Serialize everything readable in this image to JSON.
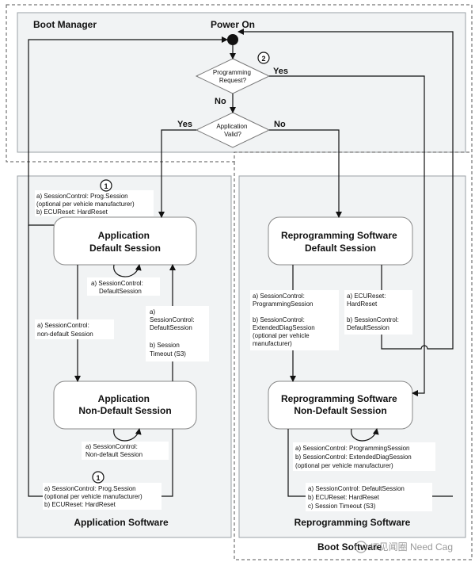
{
  "regions": {
    "boot_manager": "Boot Manager",
    "application_software": "Application Software",
    "reprogramming_software": "Reprogramming Software",
    "boot_software": "Boot Software"
  },
  "start": {
    "label": "Power On"
  },
  "decisions": {
    "programming_request": [
      "Programming",
      "Request?"
    ],
    "application_valid": [
      "Application",
      "Valid?"
    ]
  },
  "branches": {
    "yes": "Yes",
    "no": "No"
  },
  "markers": {
    "one": "1",
    "two": "2"
  },
  "states": {
    "app_default": [
      "Application",
      "Default Session"
    ],
    "app_nondefault": [
      "Application",
      "Non-Default Session"
    ],
    "reprog_default": [
      "Reprogramming Software",
      "Default Session"
    ],
    "reprog_nondefault": [
      "Reprogramming Software",
      "Non-Default Session"
    ]
  },
  "transitions": {
    "to_reprog_from_app_default": [
      "a) SessionControl: Prog.Session",
      "(optional per vehicle manufacturer)",
      "b) ECUReset: HardReset"
    ],
    "app_default_self": [
      "a) SessionControl:",
      "DefaultSession"
    ],
    "app_default_to_nondefault": [
      "a) SessionControl:",
      "non-default Session"
    ],
    "app_nondefault_to_default": [
      "a)",
      "SessionControl:",
      "DefaultSession",
      "",
      "b) Session",
      "Timeout (S3)"
    ],
    "app_nondefault_self": [
      "a) SessionControl:",
      "Non-default Session"
    ],
    "to_reprog_from_app_nondefault": [
      "a) SessionControl: Prog.Session",
      "(optional per vehicle manufacturer)",
      "b) ECUReset: HardReset"
    ],
    "reprog_default_to_nondefault": [
      "a) SessionControl:",
      "ProgrammingSession",
      "",
      "b) SessionControl:",
      "ExtendedDiagSession",
      "(optional per vehicle",
      "manufacturer)"
    ],
    "reprog_default_reset": [
      "a) ECUReset:",
      "HardReset",
      "",
      "b) SessionControl:",
      "DefaultSession"
    ],
    "reprog_nondefault_self": [
      "a) SessionControl: ProgrammingSession",
      "b) SessionControl: ExtendedDiagSession",
      "(optional per vehicle manufacturer)"
    ],
    "reprog_nondefault_exit": [
      "a) SessionControl: DefaultSession",
      "b) ECUReset: HardReset",
      "c) Session Timeout (S3)"
    ]
  },
  "watermark": "IT见闻圈 Need Cag"
}
